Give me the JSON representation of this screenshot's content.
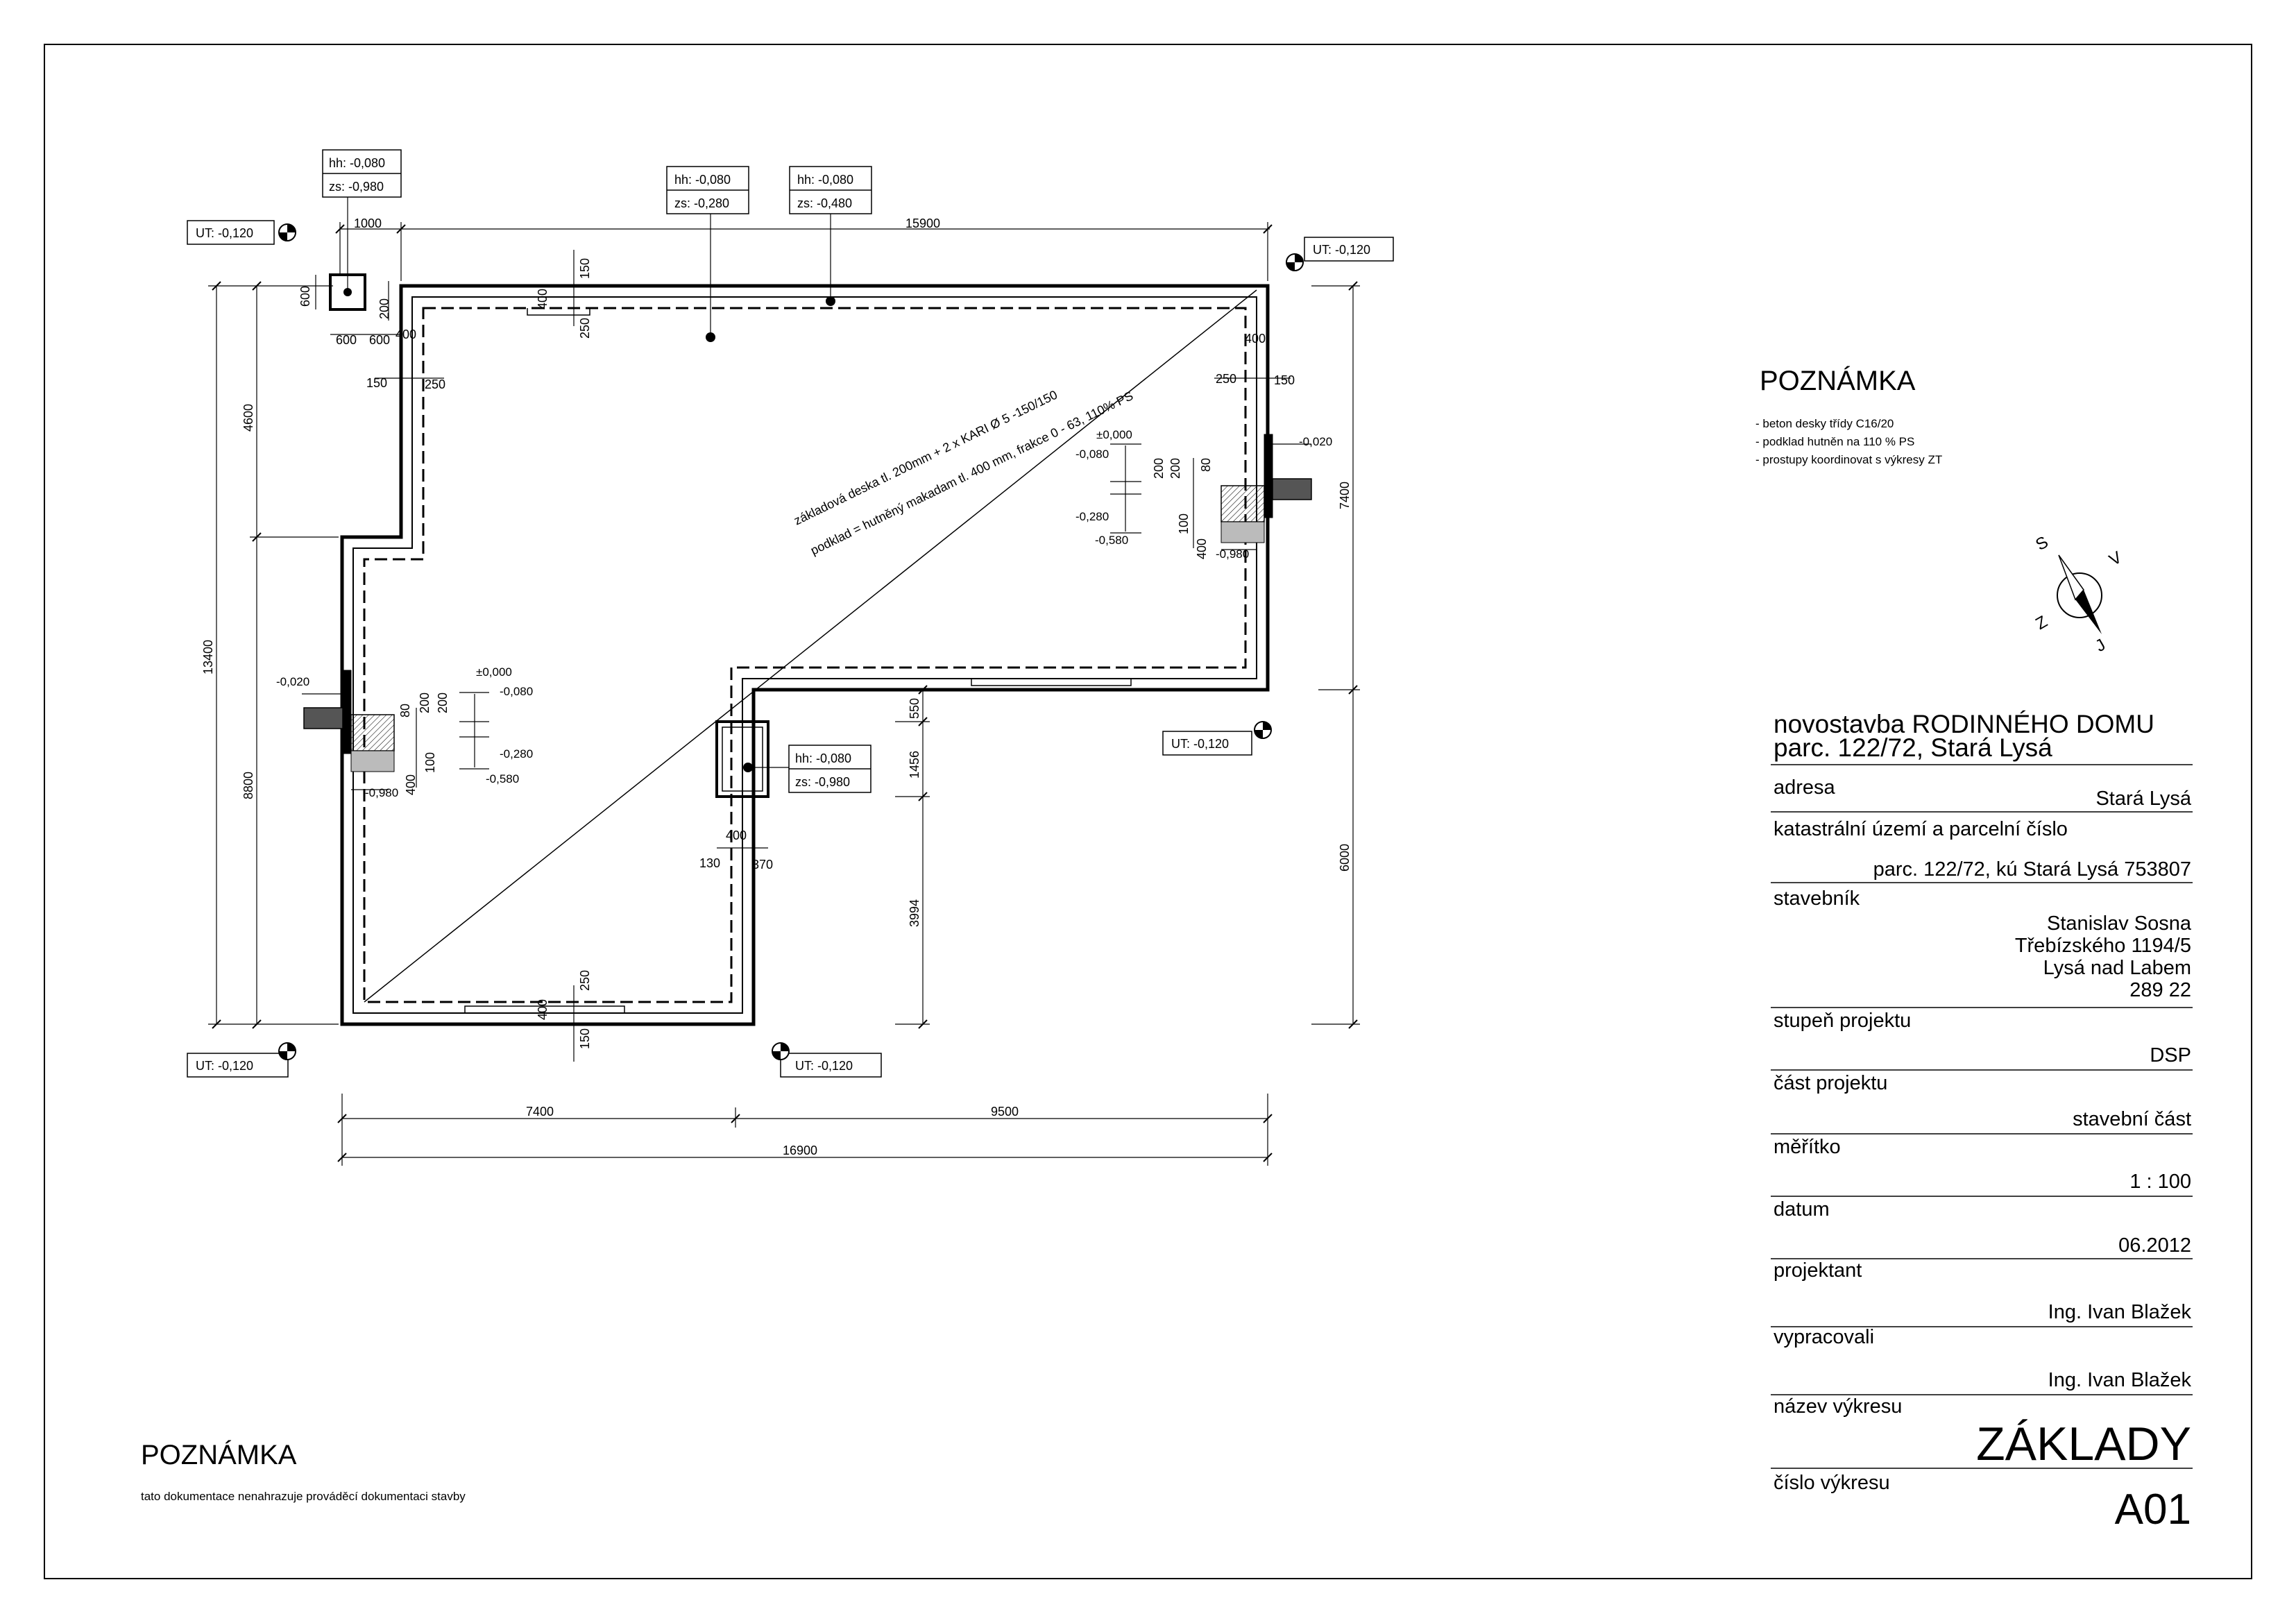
{
  "plan": {
    "dims": {
      "top_left": "1000",
      "top_main": "15900",
      "bottom_left": "7400",
      "bottom_right": "9500",
      "bottom_total": "16900",
      "left_top": "4600",
      "left_bottom": "8800",
      "left_total": "13400",
      "right_top": "7400",
      "right_bottom": "6000",
      "inner_550": "550",
      "inner_1456": "1456",
      "inner_3994": "3994",
      "small_150": "150",
      "small_250": "250",
      "small_400": "400",
      "small_200": "200",
      "small_600": "600",
      "small_100": "100",
      "small_80": "80",
      "small_130": "130",
      "small_370": "370"
    },
    "height_labels": {
      "ut": "UT: -0,120",
      "hh": "hh: -0,080",
      "zs_0980": "zs: -0,980",
      "zs_0280": "zs: -0,280",
      "zs_0480": "zs: -0,480"
    },
    "levels": {
      "l_0020": "-0,020",
      "l_0000": "±0,000",
      "l_0080": "-0,080",
      "l_0280": "-0,280",
      "l_0580": "-0,580",
      "l_0980": "-0,980"
    },
    "slab_text_1": "základová deska tl. 200mm + 2 x KARI Ø 5 -150/150",
    "slab_text_2": "podklad = hutněný makadam tl. 400 mm, frakce 0 - 63, 110% PS"
  },
  "compass": {
    "s": "S",
    "v": "V",
    "z": "Z",
    "j": "J"
  },
  "note_right": {
    "title": "POZNÁMKA",
    "lines": [
      "- beton desky třídy C16/20",
      "- podklad hutněn na 110 % PS",
      "- prostupy koordinovat s výkresy ZT"
    ]
  },
  "note_left": {
    "title": "POZNÁMKA",
    "text": "tato dokumentace nenahrazuje prováděcí dokumentaci stavby"
  },
  "title_block": {
    "project_line1": "novostavba RODINNÉHO DOMU",
    "project_line2": "parc. 122/72, Stará Lysá",
    "address_label": "adresa",
    "address_value": "Stará Lysá",
    "cadastre_label": "katastrální území a parcelní číslo",
    "cadastre_value": "parc. 122/72, kú Stará Lysá 753807",
    "client_label": "stavebník",
    "client_lines": [
      "Stanislav Sosna",
      "Třebízského 1194/5",
      "Lysá nad Labem",
      "289 22"
    ],
    "stage_label": "stupeň projektu",
    "stage_value": "DSP",
    "part_label": "část projektu",
    "part_value": "stavební část",
    "scale_label": "měřítko",
    "scale_value": "1 : 100",
    "date_label": "datum",
    "date_value": "06.2012",
    "designer_label": "projektant",
    "designer_value": "Ing. Ivan Blažek",
    "drawn_label": "vypracovali",
    "drawn_value": "Ing. Ivan Blažek",
    "drawing_name_label": "název výkresu",
    "drawing_name_value": "ZÁKLADY",
    "drawing_no_label": "číslo výkresu",
    "drawing_no_value": "A01"
  }
}
